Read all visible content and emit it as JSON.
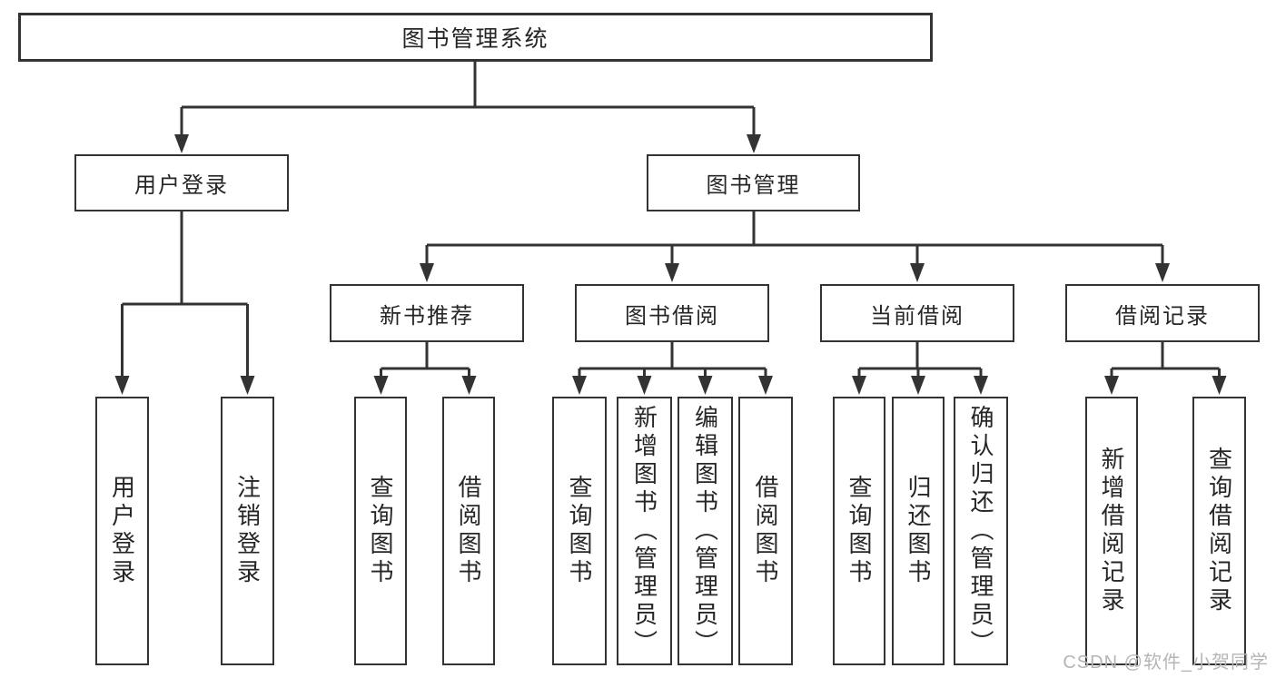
{
  "diagram": {
    "root": {
      "label": "图书管理系统"
    },
    "level2": {
      "user_login": {
        "label": "用户登录"
      },
      "book_management": {
        "label": "图书管理"
      }
    },
    "level3": {
      "new_book_recommendation": {
        "label": "新书推荐"
      },
      "book_borrowing": {
        "label": "图书借阅"
      },
      "current_borrowing": {
        "label": "当前借阅"
      },
      "borrowing_records": {
        "label": "借阅记录"
      }
    },
    "leaves": {
      "user_login_action": {
        "label": "用户登录"
      },
      "logout": {
        "label": "注销登录"
      },
      "query_books_recommend": {
        "label": "查询图书"
      },
      "borrow_books_recommend": {
        "label": "借阅图书"
      },
      "query_books_borrow": {
        "label": "查询图书"
      },
      "add_books_admin": {
        "label": "新增图书（管理员）"
      },
      "edit_books_admin": {
        "label": "编辑图书（管理员）"
      },
      "borrow_books_borrow": {
        "label": "借阅图书"
      },
      "query_books_current": {
        "label": "查询图书"
      },
      "return_books": {
        "label": "归还图书"
      },
      "confirm_return_admin": {
        "label": "确认归还（管理员）"
      },
      "add_borrow_record": {
        "label": "新增借阅记录"
      },
      "query_borrow_record": {
        "label": "查询借阅记录"
      }
    }
  },
  "watermark": {
    "text": "CSDN @软件_小贺同学"
  },
  "colors": {
    "line": "#333333",
    "text": "#262626",
    "watermark": "#b5b5b5",
    "background": "#ffffff"
  }
}
